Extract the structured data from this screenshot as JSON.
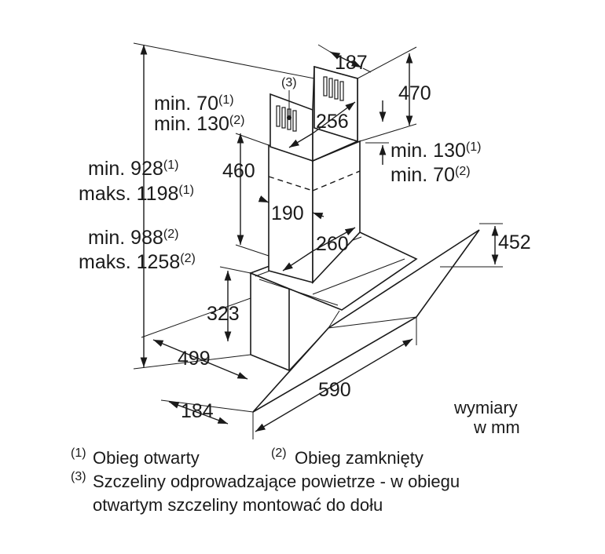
{
  "dimensions": {
    "d187": "187",
    "d470": "470",
    "d256": "256",
    "d460": "460",
    "d190": "190",
    "d260": "260",
    "d452": "452",
    "d323": "323",
    "d499": "499",
    "d590": "590",
    "d184": "184",
    "ref3": "(3)"
  },
  "labels": {
    "upper_left_line1": "min. 70",
    "upper_left_sup1": "(1)",
    "upper_left_line2": "min. 130",
    "upper_left_sup2": "(2)",
    "upper_right_line1": "min. 130",
    "upper_right_sup1": "(1)",
    "upper_right_line2": "min. 70",
    "upper_right_sup2": "(2)",
    "total1_line1": "min. 928",
    "total1_sup1": "(1)",
    "total1_line2": "maks. 1198",
    "total1_sup2": "(1)",
    "total2_line1": "min. 988",
    "total2_sup1": "(2)",
    "total2_line2": "maks. 1258",
    "total2_sup2": "(2)",
    "units_line1": "wymiary",
    "units_line2": "w mm"
  },
  "legend": {
    "item1_marker": "(1)",
    "item1_text": "Obieg otwarty",
    "item2_marker": "(2)",
    "item2_text": "Obieg zamknięty",
    "item3_marker": "(3)",
    "item3_line1": "Szczeliny odprowadzające powietrze - w obiegu",
    "item3_line2": "otwartym szczeliny montować do dołu"
  }
}
